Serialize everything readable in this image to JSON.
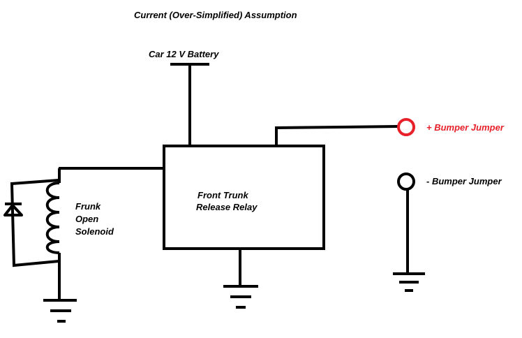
{
  "title": "Current (Over-Simplified) Assumption",
  "labels": {
    "battery": "Car 12 V Battery",
    "relay_line1": "Front Trunk",
    "relay_line2": "Release Relay",
    "solenoid_line1": "Frunk",
    "solenoid_line2": "Open",
    "solenoid_line3": "Solenoid",
    "bumper_pos": "+ Bumper Jumper",
    "bumper_neg": "- Bumper Jumper"
  },
  "colors": {
    "wire": "#000000",
    "positive_terminal": "#e8202a",
    "negative_terminal": "#000000",
    "background": "#ffffff"
  }
}
